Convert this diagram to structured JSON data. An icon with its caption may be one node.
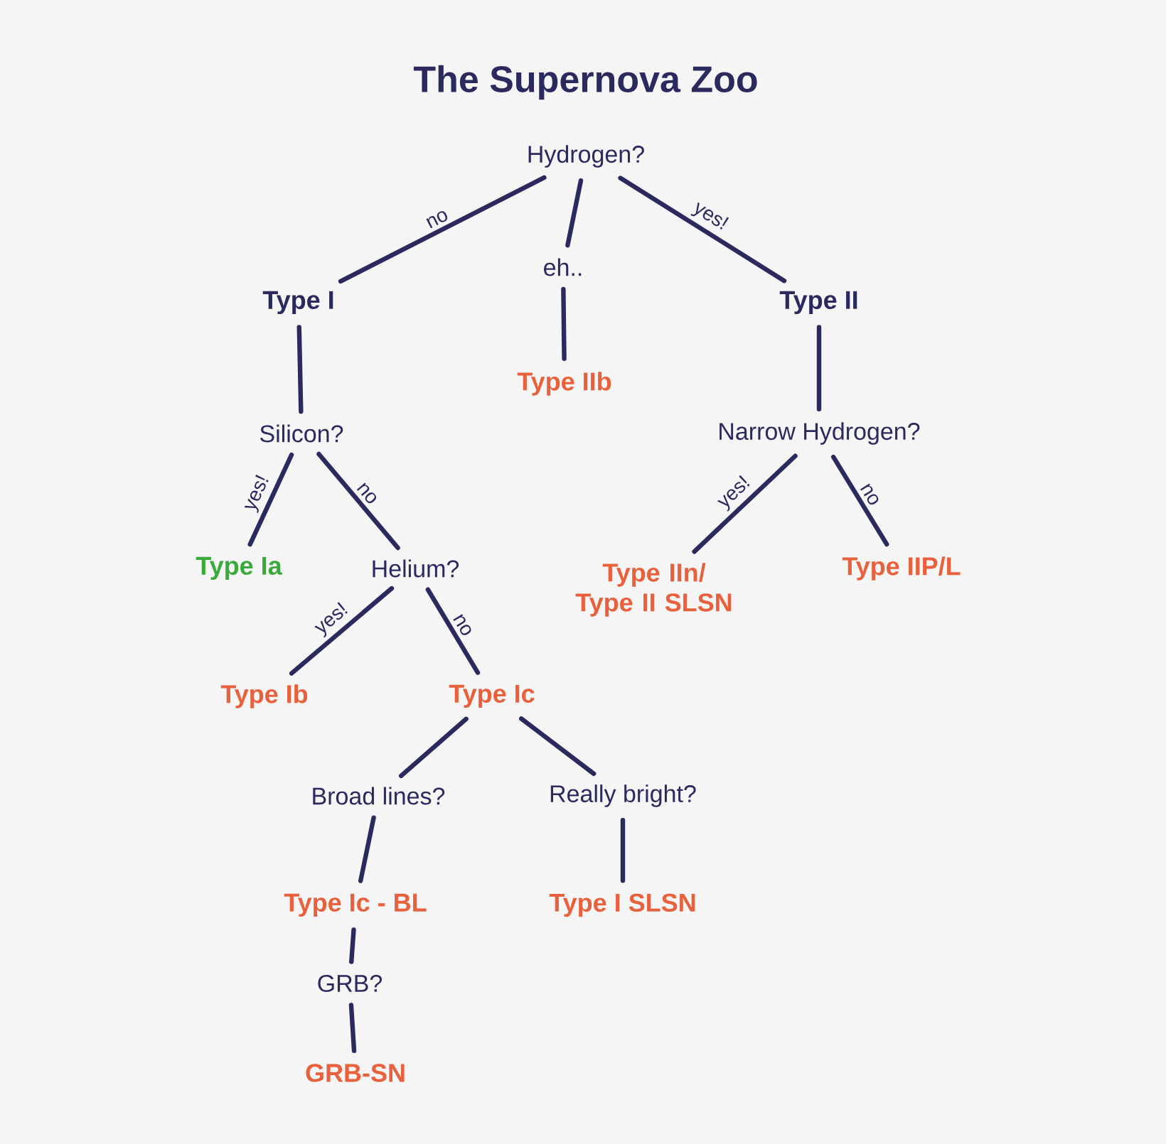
{
  "diagram": {
    "title": "The Supernova Zoo",
    "nodes": [
      {
        "text": [
          "Hydrogen?"
        ]
      },
      {
        "text": [
          "Type I"
        ]
      },
      {
        "text": [
          "eh.."
        ]
      },
      {
        "text": [
          "Type IIb"
        ]
      },
      {
        "text": [
          "Type II"
        ]
      },
      {
        "text": [
          "Silicon?"
        ]
      },
      {
        "text": [
          "Narrow Hydrogen?"
        ]
      },
      {
        "text": [
          "Type Ia"
        ]
      },
      {
        "text": [
          "Helium?"
        ]
      },
      {
        "text": [
          "Type IIn/ Type II SLSN"
        ]
      },
      {
        "text": [
          "Type IIP/L"
        ]
      },
      {
        "text": [
          "Type Ib"
        ]
      },
      {
        "text": [
          "Type Ic"
        ]
      },
      {
        "text": [
          "Broad lines?"
        ]
      },
      {
        "text": [
          "Really bright?"
        ]
      },
      {
        "text": [
          "Type Ic - BL"
        ]
      },
      {
        "text": [
          "Type I SLSN"
        ]
      },
      {
        "text": [
          "GRB?"
        ]
      },
      {
        "text": [
          "GRB-SN"
        ]
      }
    ],
    "edges": [
      {
        "from": 0,
        "to": 1,
        "arrow": "none",
        "label": "no"
      },
      {
        "from": 0,
        "to": 2,
        "arrow": "none"
      },
      {
        "from": 2,
        "to": 3,
        "arrow": "none"
      },
      {
        "from": 0,
        "to": 4,
        "arrow": "none",
        "label": "yes!"
      },
      {
        "from": 1,
        "to": 5,
        "arrow": "none"
      },
      {
        "from": 4,
        "to": 6,
        "arrow": "none"
      },
      {
        "from": 5,
        "to": 7,
        "arrow": "none",
        "label": "yes!"
      },
      {
        "from": 5,
        "to": 8,
        "arrow": "none",
        "label": "no"
      },
      {
        "from": 6,
        "to": 9,
        "arrow": "none",
        "label": "yes!"
      },
      {
        "from": 6,
        "to": 10,
        "arrow": "none",
        "label": "no"
      },
      {
        "from": 8,
        "to": 11,
        "arrow": "none",
        "label": "yes!"
      },
      {
        "from": 8,
        "to": 12,
        "arrow": "none",
        "label": "no"
      },
      {
        "from": 12,
        "to": 13,
        "arrow": "none"
      },
      {
        "from": 12,
        "to": 14,
        "arrow": "none"
      },
      {
        "from": 13,
        "to": 15,
        "arrow": "none"
      },
      {
        "from": 14,
        "to": 16,
        "arrow": "none"
      },
      {
        "from": 15,
        "to": 17,
        "arrow": "none"
      },
      {
        "from": 17,
        "to": 18,
        "arrow": "none"
      }
    ]
  }
}
